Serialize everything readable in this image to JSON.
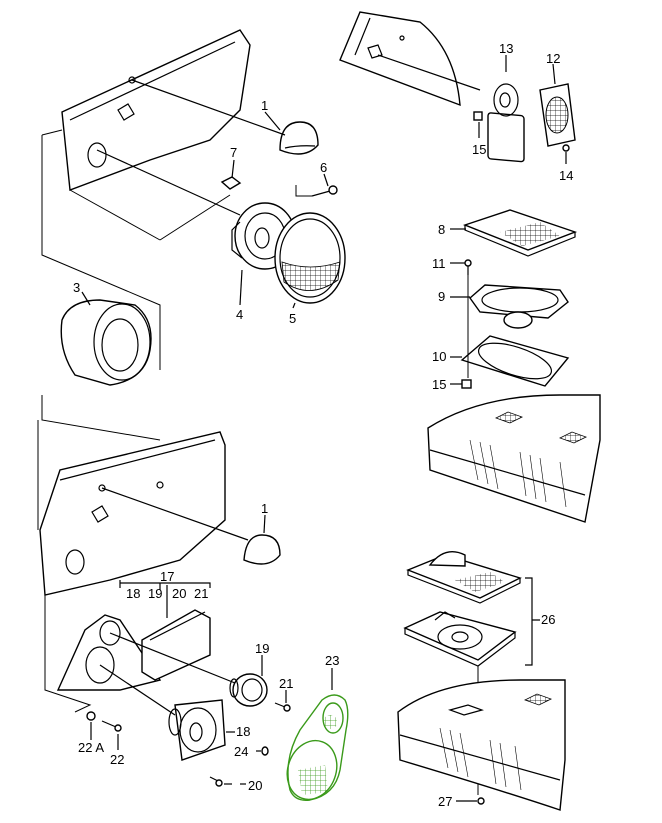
{
  "diagram": {
    "title": "Loudspeaker system exploded parts diagram",
    "highlight_color": "#3a9a1a",
    "labels": {
      "p1_top": "1",
      "p7": "7",
      "p6": "6",
      "p3": "3",
      "p4": "4",
      "p5": "5",
      "p13": "13",
      "p12": "12",
      "p15_top": "15",
      "p14": "14",
      "p8": "8",
      "p11": "11",
      "p9": "9",
      "p10": "10",
      "p15_mid": "15",
      "p1_bottom": "1",
      "p17": "17",
      "p17_sub": [
        "18",
        "19",
        "20",
        "21"
      ],
      "p19": "19",
      "p21": "21",
      "p23": "23",
      "p18": "18",
      "p22a": "22 A",
      "p22": "22",
      "p24": "24",
      "p20": "20",
      "p26": "26",
      "p27": "27"
    }
  }
}
